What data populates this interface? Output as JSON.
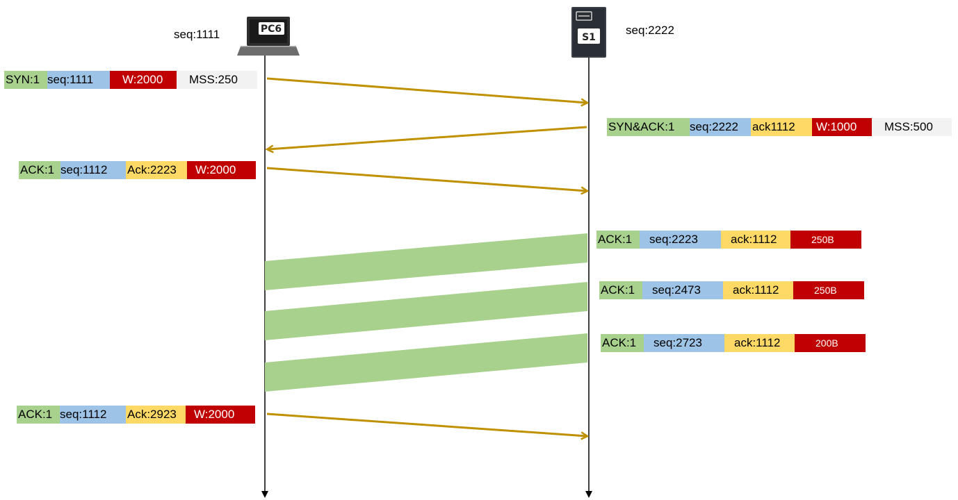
{
  "hosts": {
    "client": {
      "name": "PC6",
      "seq_label": "seq:1111",
      "icon": "laptop-icon"
    },
    "server": {
      "name": "S1",
      "seq_label": "seq:2222",
      "icon": "server-icon"
    }
  },
  "colors": {
    "flag": "#a9d18e",
    "seq": "#9dc3e6",
    "ack": "#ffd966",
    "window": "#c00000",
    "mss": "#f2f2f2",
    "arrow": "#bf9000",
    "data_band": "#a9d18e",
    "timeline": "#000000"
  },
  "messages": {
    "syn": {
      "flag": "SYN:1",
      "seq": "seq:1111",
      "window": "W:2000",
      "mss": "MSS:250"
    },
    "synack": {
      "flag": "SYN&ACK:1",
      "seq": "seq:2222",
      "ack": "ack1112",
      "window": "W:1000",
      "mss": "MSS:500"
    },
    "ack1": {
      "flag": "ACK:1",
      "seq": "seq:1112",
      "ack": "Ack:2223",
      "window": "W:2000"
    },
    "data": [
      {
        "flag": "ACK:1",
        "seq": "seq:2223",
        "ack": "ack:1112",
        "size": "250B"
      },
      {
        "flag": "ACK:1",
        "seq": "seq:2473",
        "ack": "ack:1112",
        "size": "250B"
      },
      {
        "flag": "ACK:1",
        "seq": "seq:2723",
        "ack": "ack:1112",
        "size": "200B"
      }
    ],
    "ack2": {
      "flag": "ACK:1",
      "seq": "seq:1112",
      "ack": "Ack:2923",
      "window": "W:2000"
    }
  }
}
